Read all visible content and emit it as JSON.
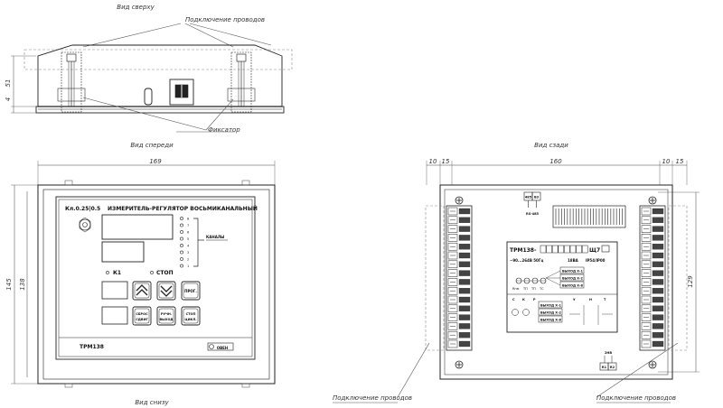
{
  "views": {
    "top": "Вид сверху",
    "front": "Вид спереди",
    "back": "Вид сзади",
    "bottom": "Вид снизу"
  },
  "callouts": {
    "wires_top": "Подключение проводов",
    "clamp": "Фиксатор",
    "wires_back_left": "Подключение проводов",
    "wires_back_right": "Подключение проводов"
  },
  "dimensions": {
    "top_height": "51",
    "top_offset": "4",
    "front_width": "169",
    "front_height_outer": "145",
    "front_height_inner": "138",
    "back_width": "160",
    "back_left_a": "10",
    "back_left_b": "15",
    "back_right_a": "10",
    "back_right_b": "15",
    "back_height": "129"
  },
  "front_panel": {
    "accuracy": "Кл.0.25|0.5",
    "title": "ИЗМЕРИТЕЛЬ-РЕГУЛЯТОР ВОСЬМИКАНАЛЬНЫЙ",
    "channels_label": "КАНАЛЫ",
    "channel_numbers": [
      "8",
      "7",
      "6",
      "5",
      "4",
      "3",
      "2",
      "1"
    ],
    "k1": "К1",
    "stop": "СТОП",
    "btn_prog": "ПРОГ.",
    "btn_reset_l1": "СБРОС",
    "btn_reset_l2": "СДВИГ",
    "btn_manual_l1": "РУЧН.",
    "btn_manual_l2": "ВЫХОД",
    "btn_stopcycle_l1": "СТОП",
    "btn_stopcycle_l2": "ЦИКЛ.",
    "model": "ТРМ138",
    "brand": "ОВЕН"
  },
  "back_panel": {
    "model_code": "ТРМ138-",
    "model_suffix": "Щ7",
    "supply": "~90...264В  50Гц",
    "power": "18ВА",
    "ip": "IP54/IP00",
    "rs_a": "485",
    "rs_b": "В3",
    "rs_label": "RS-485",
    "out1": "ВЫХОД Х-1",
    "out2": "ВЫХОД Х-2",
    "out3": "ВЫХОД Х-8",
    "col_headers": [
      "С",
      "К",
      "Р",
      "У",
      "Н",
      "Т"
    ],
    "sensors": [
      "Rнм",
      "ТП",
      "ТП",
      "ТС"
    ],
    "bottom_terminal_a": "R1",
    "bottom_terminal_b": "R2",
    "bottom_label": "2НВ"
  }
}
